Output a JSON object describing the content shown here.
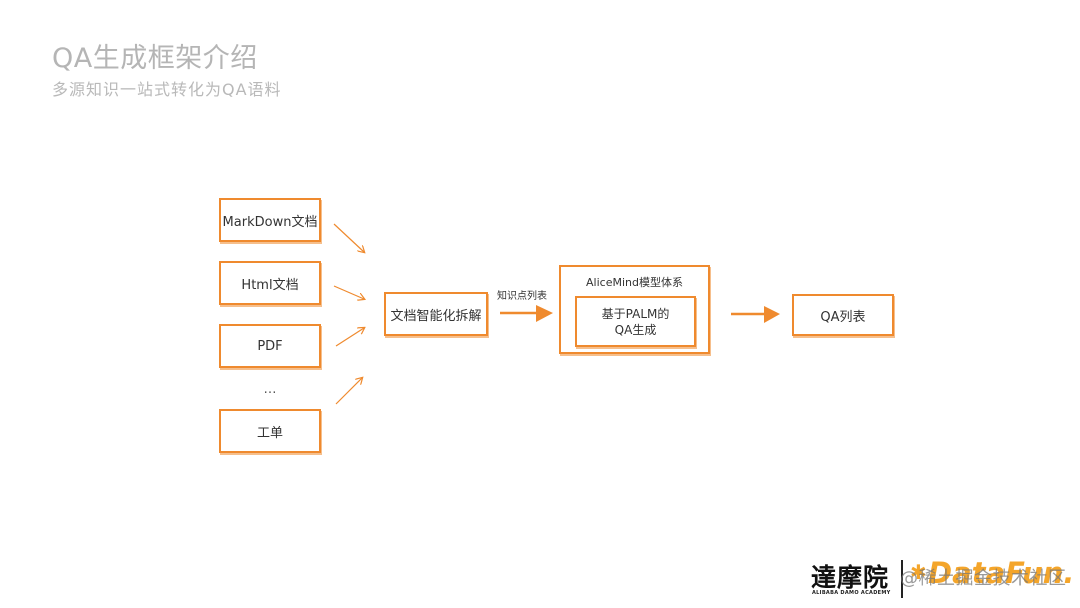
{
  "header": {
    "title": "QA生成框架介绍",
    "subtitle": "多源知识一站式转化为QA语料"
  },
  "diagram": {
    "sources": [
      {
        "label": "MarkDown文档"
      },
      {
        "label": "Html文档"
      },
      {
        "label": "PDF"
      },
      {
        "label": "…"
      },
      {
        "label": "工单"
      }
    ],
    "parser": {
      "label": "文档智能化拆解"
    },
    "edge_label": "知识点列表",
    "model": {
      "title": "AliceMind模型体系",
      "inner_line1": "基于PALM的",
      "inner_line2": "QA生成"
    },
    "output": {
      "label": "QA列表"
    }
  },
  "footer": {
    "damo_logo": "達摩院",
    "damo_sub": "ALIBABA DAMO ACADEMY",
    "datafun_logo": "DataFun.",
    "watermark": "@稀土掘金技术社区"
  },
  "colors": {
    "accent": "#ef8a2e",
    "title_gray": "#b5b5b5",
    "datafun_yellow": "#f4a52a"
  }
}
